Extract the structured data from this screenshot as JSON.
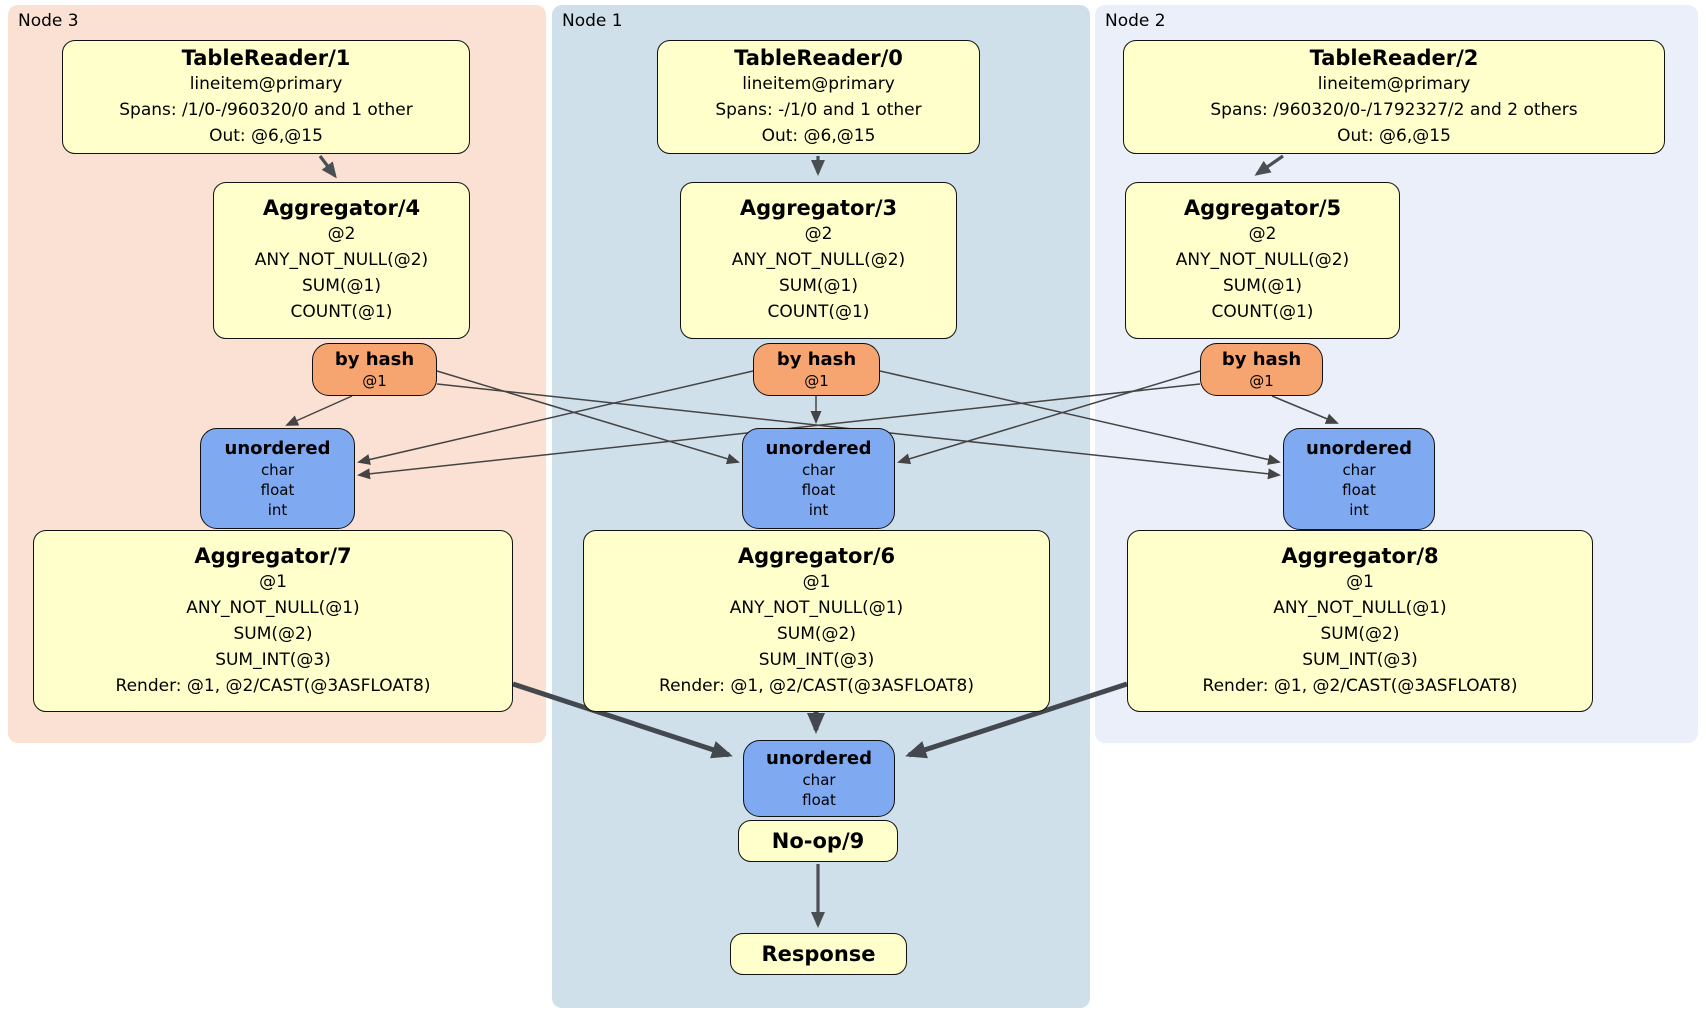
{
  "diagram": {
    "kind": "distsql-plan",
    "colors": {
      "node3_bg": "#fbe0d4",
      "node1_bg": "#d0e0ea",
      "node2_bg": "#eaeffa",
      "processor_fill": "#ffffcc",
      "router_fill": "#f6a470",
      "sync_fill": "#7fa9f0",
      "edge": "#444444"
    },
    "nodes": {
      "node3": {
        "label": "Node 3",
        "table_reader": {
          "title": "TableReader/1",
          "lines": [
            "lineitem@primary",
            "Spans: /1/0-/960320/0 and 1 other",
            "Out: @6,@15"
          ]
        },
        "aggregator_top": {
          "title": "Aggregator/4",
          "lines": [
            "@2",
            "ANY_NOT_NULL(@2)",
            "SUM(@1)",
            "COUNT(@1)"
          ]
        },
        "router": {
          "title": "by hash",
          "lines": [
            "@1"
          ]
        },
        "sync": {
          "title": "unordered",
          "lines": [
            "char",
            "float",
            "int"
          ]
        },
        "aggregator_bottom": {
          "title": "Aggregator/7",
          "lines": [
            "@1",
            "ANY_NOT_NULL(@1)",
            "SUM(@2)",
            "SUM_INT(@3)",
            "Render: @1, @2/CAST(@3ASFLOAT8)"
          ]
        }
      },
      "node1": {
        "label": "Node 1",
        "table_reader": {
          "title": "TableReader/0",
          "lines": [
            "lineitem@primary",
            "Spans: -/1/0 and 1 other",
            "Out: @6,@15"
          ]
        },
        "aggregator_top": {
          "title": "Aggregator/3",
          "lines": [
            "@2",
            "ANY_NOT_NULL(@2)",
            "SUM(@1)",
            "COUNT(@1)"
          ]
        },
        "router": {
          "title": "by hash",
          "lines": [
            "@1"
          ]
        },
        "sync": {
          "title": "unordered",
          "lines": [
            "char",
            "float",
            "int"
          ]
        },
        "aggregator_bottom": {
          "title": "Aggregator/6",
          "lines": [
            "@1",
            "ANY_NOT_NULL(@1)",
            "SUM(@2)",
            "SUM_INT(@3)",
            "Render: @1, @2/CAST(@3ASFLOAT8)"
          ]
        },
        "final_sync": {
          "title": "unordered",
          "lines": [
            "char",
            "float"
          ]
        },
        "noop": {
          "title": "No-op/9"
        },
        "response": {
          "title": "Response"
        }
      },
      "node2": {
        "label": "Node 2",
        "table_reader": {
          "title": "TableReader/2",
          "lines": [
            "lineitem@primary",
            "Spans: /960320/0-/1792327/2 and 2 others",
            "Out: @6,@15"
          ]
        },
        "aggregator_top": {
          "title": "Aggregator/5",
          "lines": [
            "@2",
            "ANY_NOT_NULL(@2)",
            "SUM(@1)",
            "COUNT(@1)"
          ]
        },
        "router": {
          "title": "by hash",
          "lines": [
            "@1"
          ]
        },
        "sync": {
          "title": "unordered",
          "lines": [
            "char",
            "float",
            "int"
          ]
        },
        "aggregator_bottom": {
          "title": "Aggregator/8",
          "lines": [
            "@1",
            "ANY_NOT_NULL(@1)",
            "SUM(@2)",
            "SUM_INT(@3)",
            "Render: @1, @2/CAST(@3ASFLOAT8)"
          ]
        }
      }
    },
    "edges": [
      [
        "TableReader/1",
        "Aggregator/4"
      ],
      [
        "TableReader/0",
        "Aggregator/3"
      ],
      [
        "TableReader/2",
        "Aggregator/5"
      ],
      [
        "Aggregator/4:by-hash",
        "unordered:node3"
      ],
      [
        "Aggregator/4:by-hash",
        "unordered:node1"
      ],
      [
        "Aggregator/4:by-hash",
        "unordered:node2"
      ],
      [
        "Aggregator/3:by-hash",
        "unordered:node3"
      ],
      [
        "Aggregator/3:by-hash",
        "unordered:node1"
      ],
      [
        "Aggregator/3:by-hash",
        "unordered:node2"
      ],
      [
        "Aggregator/5:by-hash",
        "unordered:node3"
      ],
      [
        "Aggregator/5:by-hash",
        "unordered:node1"
      ],
      [
        "Aggregator/5:by-hash",
        "unordered:node2"
      ],
      [
        "Aggregator/7",
        "unordered:final"
      ],
      [
        "Aggregator/6",
        "unordered:final"
      ],
      [
        "Aggregator/8",
        "unordered:final"
      ],
      [
        "unordered:final",
        "No-op/9"
      ],
      [
        "No-op/9",
        "Response"
      ]
    ]
  }
}
